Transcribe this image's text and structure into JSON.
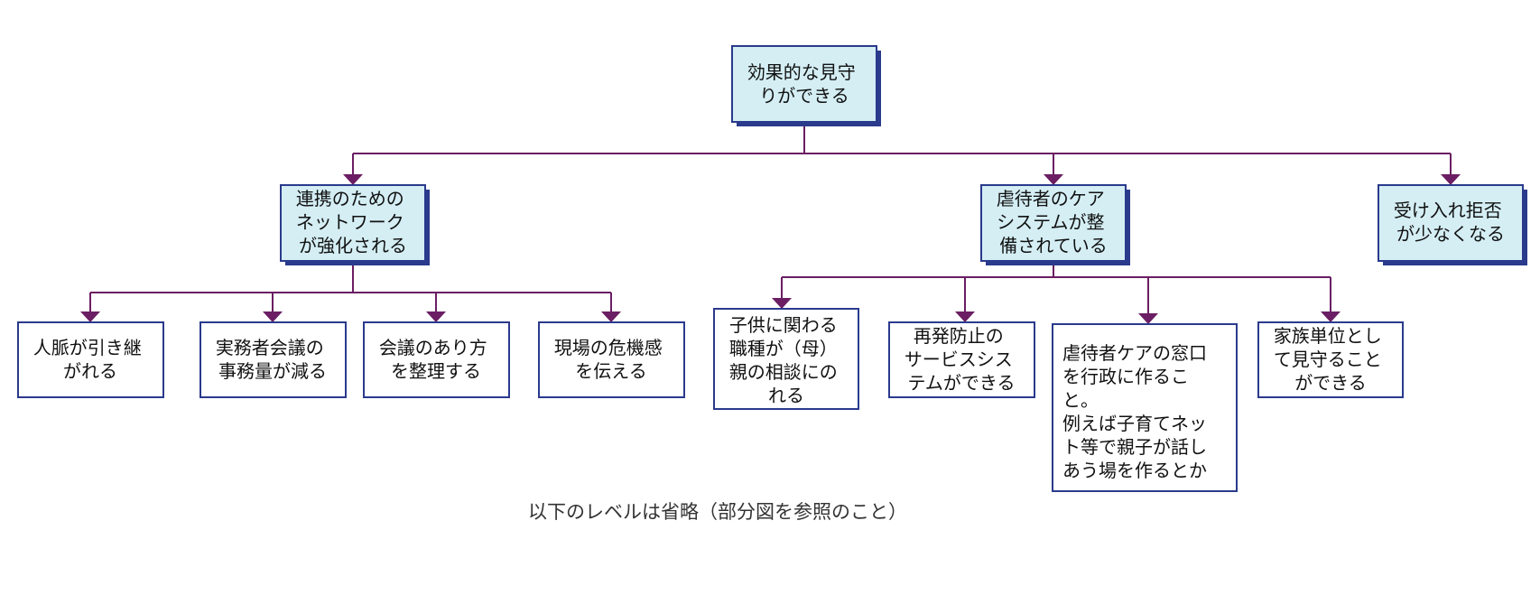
{
  "colors": {
    "edge": "#6b1e63",
    "box_border": "#2a3a8c",
    "box_shadow": "#2a3a8c",
    "highlight_fill": "#d4eef4",
    "plain_fill": "#ffffff"
  },
  "diagram": {
    "root": {
      "lines": [
        "効果的な見守",
        "りができる"
      ]
    },
    "level1": [
      {
        "lines": [
          "連携のための",
          "ネットワーク",
          "が強化される"
        ]
      },
      {
        "lines": [
          "虐待者のケア",
          "システムが整",
          "備されている"
        ]
      },
      {
        "lines": [
          "受け入れ拒否",
          "が少なくなる"
        ]
      }
    ],
    "level2_network": [
      {
        "lines": [
          "人脈が引き継",
          "がれる"
        ]
      },
      {
        "lines": [
          "実務者会議の",
          "事務量が減る"
        ]
      },
      {
        "lines": [
          "会議のあり方",
          "を整理する"
        ]
      },
      {
        "lines": [
          "現場の危機感",
          "を伝える"
        ]
      }
    ],
    "level2_care": [
      {
        "lines": [
          "子供に関わる",
          "職種が（母）",
          "親の相談にの",
          "れる"
        ]
      },
      {
        "lines": [
          "再発防止の",
          "サービスシス",
          "テムができる"
        ]
      },
      {
        "lines": [
          "虐待者ケアの窓口",
          "を行政に作るこ",
          "と。",
          "例えば子育てネッ",
          "ト等で親子が話し",
          "あう場を作るとか"
        ]
      },
      {
        "lines": [
          "家族単位とし",
          "て見守ること",
          "ができる"
        ]
      }
    ],
    "note": "以下のレベルは省略（部分図を参照のこと）"
  }
}
